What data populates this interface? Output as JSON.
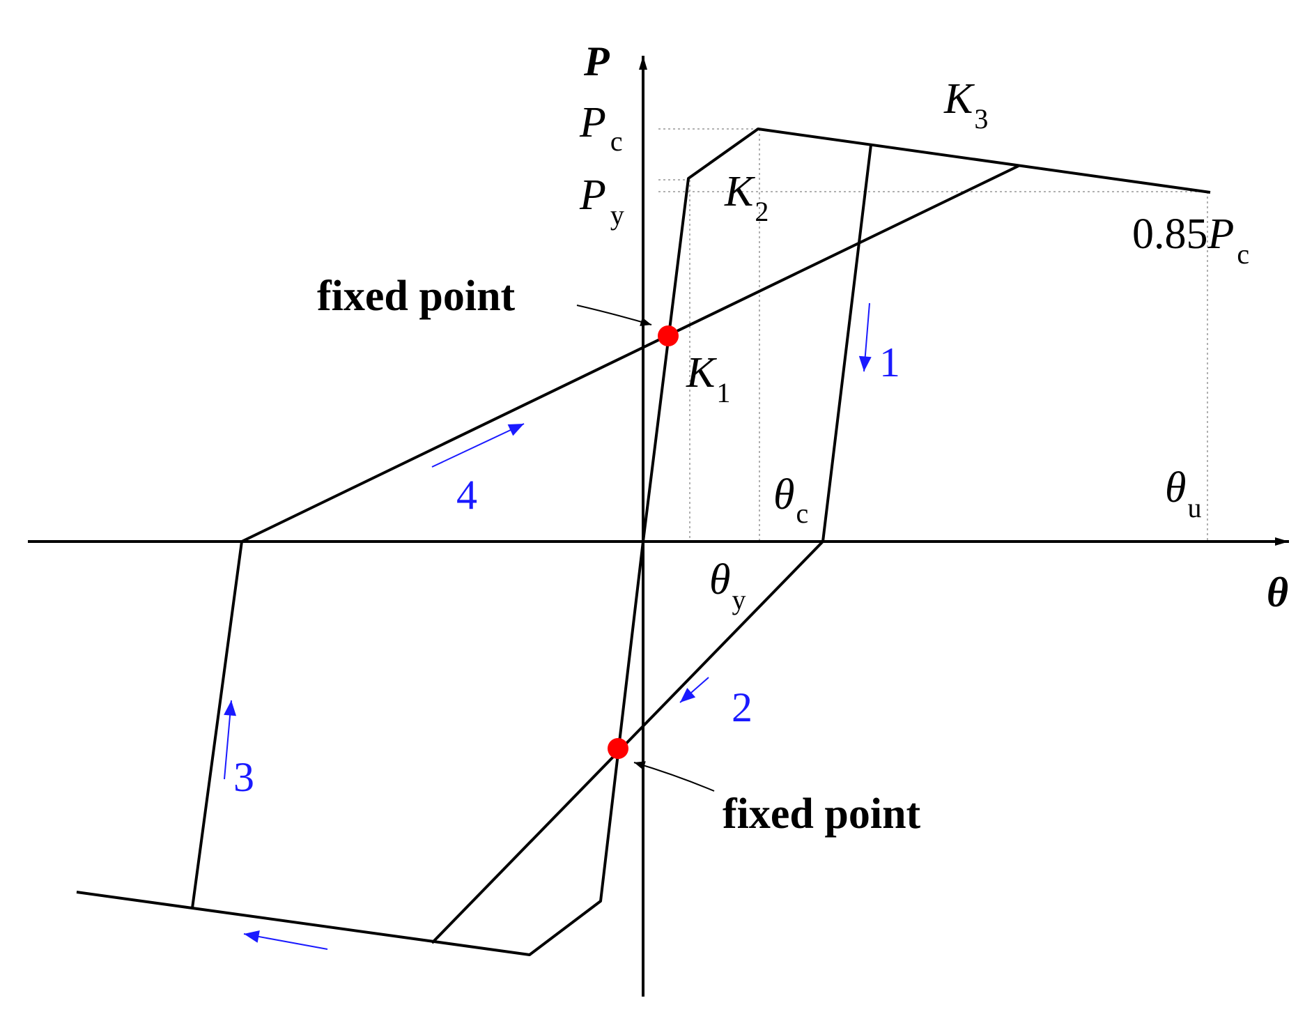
{
  "axes": {
    "y_symbol": "P",
    "x_symbol": "θ"
  },
  "labels": {
    "pc": {
      "main": "P",
      "sub": "c"
    },
    "py": {
      "main": "P",
      "sub": "y"
    },
    "pu": {
      "prefix": "0.85",
      "main": "P",
      "sub": "c"
    },
    "k1": {
      "main": "K",
      "sub": "1"
    },
    "k2": {
      "main": "K",
      "sub": "2"
    },
    "k3": {
      "main": "K",
      "sub": "3"
    },
    "theta_c": {
      "main": "θ",
      "sub": "c"
    },
    "theta_y": {
      "main": "θ",
      "sub": "y"
    },
    "theta_u": {
      "main": "θ",
      "sub": "u"
    }
  },
  "fixed_points": {
    "upper_label": "fixed point",
    "lower_label": "fixed point"
  },
  "path_steps": {
    "step1": "1",
    "step2": "2",
    "step3": "3",
    "step4": "4"
  },
  "colors": {
    "curve": "#000000",
    "guide": "#b0b0b0",
    "step_arrow": "#1a1aff",
    "fixed_point": "#ff0000"
  }
}
